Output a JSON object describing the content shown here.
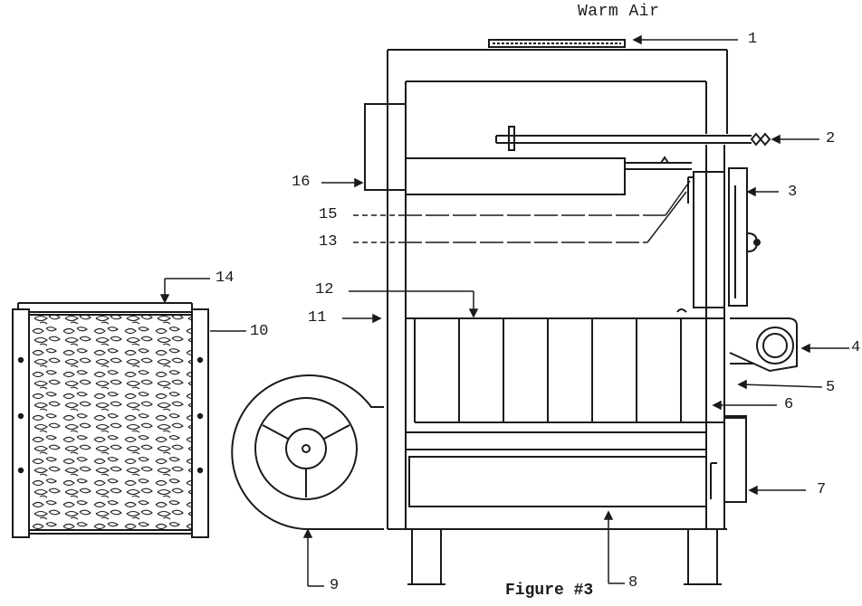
{
  "diagram": {
    "header": "Warm Air",
    "caption": "Figure #3",
    "labels": [
      "1",
      "2",
      "3",
      "4",
      "5",
      "6",
      "7",
      "8",
      "9",
      "10",
      "11",
      "12",
      "13",
      "14",
      "15",
      "16"
    ]
  }
}
